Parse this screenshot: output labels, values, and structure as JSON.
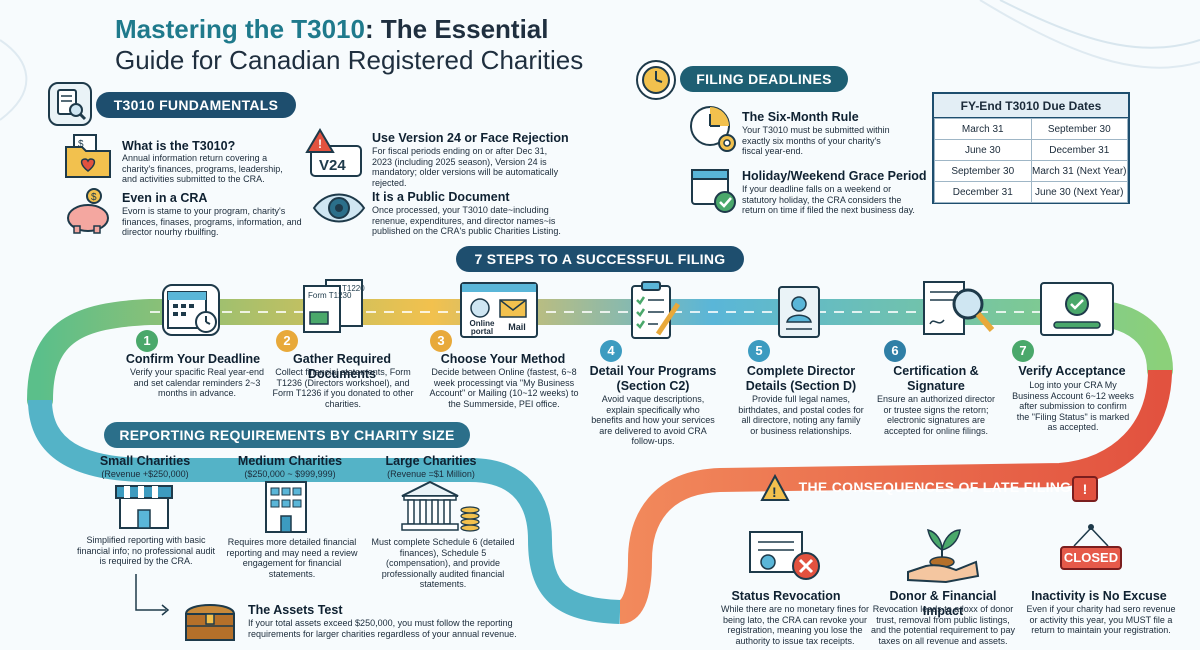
{
  "title": {
    "highlight": "Mastering the T3010",
    "rest": ": The Essential",
    "line2": "Guide for Canadian Registered Charities"
  },
  "fundamentals": {
    "label": "T3010 FUNDAMENTALS",
    "items": [
      {
        "title": "What is the T3010?",
        "body": "Annual information return covering a charity's finances, programs, leadership, and activities submitted to the CRA.",
        "icon": "folder-heart-icon"
      },
      {
        "title": "Even in a CRA",
        "body": "Evorn is stame to your program, charity's finances, finases, programs, information, and director nourhy rbuilfing.",
        "icon": "piggy-bank-icon"
      },
      {
        "title": "Use Version 24 or Face Rejection",
        "body": "For fiscal periods ending on or after Dec 31, 2023 (including 2025 season), Version 24 is mandatory; older versions will be automatically rejected.",
        "icon": "v24-warning-icon",
        "badge": "V24"
      },
      {
        "title": "It is a Public Document",
        "body": "Once processed, your T3010 date~including renenue, expenditures, and director names~is published on the CRA's public Charities Listing.",
        "icon": "eye-icon"
      }
    ]
  },
  "deadlines": {
    "label": "FILING DEADLINES",
    "items": [
      {
        "title": "The Six-Month Rule",
        "body": "Your T3010 must be submitted within exactly six months of your charity's fiscal year-end.",
        "icon": "clock-gear-icon"
      },
      {
        "title": "Holiday/Weekend Grace Period",
        "body": "If your deadline falls on a weekend or statutory holiday, the CRA considers the return on time if filed the next business day.",
        "icon": "calendar-check-icon"
      }
    ],
    "table": {
      "title": "FY-End T3010 Due Dates",
      "rows": [
        [
          "March 31",
          "September 30"
        ],
        [
          "June 30",
          "December 31"
        ],
        [
          "September 30",
          "March 31 (Next Year)"
        ],
        [
          "December 31",
          "June 30 (Next Year)"
        ]
      ]
    }
  },
  "steps": {
    "label": "7 STEPS TO A SUCCESSFUL FILING",
    "items": [
      {
        "num": "1",
        "title": "Confirm Your Deadline",
        "body": "Verify your spacific Real year-end and set calendar reminders 2~3 months in advance.",
        "color": "#4aa86b"
      },
      {
        "num": "2",
        "title": "Gather Required Documents",
        "body": "Collect financial statements, Form T1236 (Directors workshoel), and Form T1236 if you donated to other charities.",
        "color": "#e8a93a",
        "doc1": "Form T1230",
        "doc2": "T1220"
      },
      {
        "num": "3",
        "title": "Choose Your Method",
        "body": "Decide between Online (fastest, 6~8 week processingt via \"My Business Account\" or Mailing (10~12 weeks) to the Summerside, PEI office.",
        "color": "#e8a93a",
        "opt1": "Online portal",
        "opt2": "Mail"
      },
      {
        "num": "4",
        "title": "Detail Your Programs (Section C2)",
        "body": "Avoid vaque descriptions, explain specifically who benefits and how your services are delivered to avoid CRA follow-ups.",
        "color": "#3c9bc0"
      },
      {
        "num": "5",
        "title": "Complete Director Details (Section D)",
        "body": "Provide full legal names, birthdates, and postal codes for all directore, noting any family or business relationships.",
        "color": "#3c9bc0"
      },
      {
        "num": "6",
        "title": "Certification & Signature",
        "body": "Ensure an authorized director or trustee signs the retorn; electronic signatures are accepted for online filings.",
        "color": "#2f7fa6"
      },
      {
        "num": "7",
        "title": "Verify Acceptance",
        "body": "Log into your CRA My Business Account 6~12 weeks after submission to confirm the \"Filing Status\" is marked as accepted.",
        "color": "#4aa86b"
      }
    ]
  },
  "size": {
    "label": "REPORTING REQUIREMENTS BY CHARITY SIZE",
    "items": [
      {
        "title": "Small Charities",
        "range": "(Revenue +$250,000)",
        "body": "Simplified reporting with basic financial info; no professional audit is required by the CRA.",
        "icon": "storefront-icon"
      },
      {
        "title": "Medium Charities",
        "range": "($250,000 ~ $999,999)",
        "body": "Requires more detailed financial reporting and may need a review engagement for financial statements.",
        "icon": "office-building-icon"
      },
      {
        "title": "Large Charities",
        "range": "(Revenue =$1 Million)",
        "body": "Must complete Schedule 6 (detailed finances), Schedule 5 (compensation), and provide professionally audited financial statements.",
        "icon": "bank-coins-icon"
      }
    ],
    "assets": {
      "title": "The Assets Test",
      "body": "If your total assets exceed $250,000, you must follow the reporting requirements for larger charities regardless of your annual revenue.",
      "icon": "treasure-chest-icon"
    }
  },
  "consequences": {
    "label": "THE CONSEQUENCES OF LATE FILING",
    "items": [
      {
        "title": "Status Revocation",
        "body": "While there are no monetary fines for being lato, the CRA can revoke your registration, meaning you lose the authority to issue tax receipts.",
        "icon": "revoked-certificate-icon"
      },
      {
        "title": "Donor & Financial Impact",
        "body": "Revocation leads to a loxx of donor trust, removal from public listings, and the potential requirement to pay taxes on all revenue and assets.",
        "icon": "hand-sprout-icon"
      },
      {
        "title": "Inactivity is No Excuse",
        "body": "Even if your charity had sero revenue or activity this year, you MUST file a return to maintain your registration.",
        "icon": "closed-sign-icon",
        "sign": "CLOSED"
      }
    ]
  },
  "colors": {
    "navy": "#1e4e6e",
    "teal": "#1e5f73",
    "green": "#4aa86b",
    "orange": "#e8a93a",
    "blue": "#3c9bc0",
    "red": "#e65a4a"
  }
}
